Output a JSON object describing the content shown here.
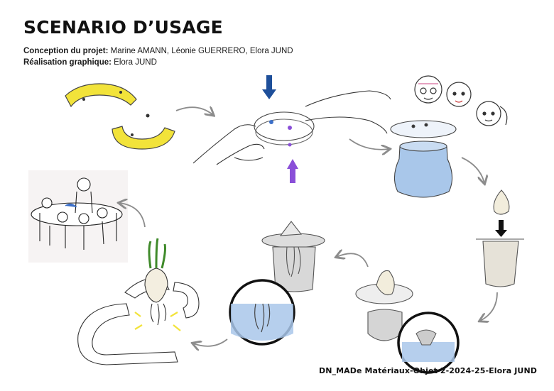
{
  "title": "SCENARIO D’USAGE",
  "credits": [
    {
      "label": "Conception du projet:",
      "value": " Marine AMANN, Léonie GUERRERO, Elora JUND"
    },
    {
      "label": "Réalisation graphique:",
      "value": " Elora JUND"
    }
  ],
  "footer": "DN_MADe Matériaux-Objet 2-2024-25-Elora JUND",
  "colors": {
    "yellow_piece": "#f2e33a",
    "blue_arrow": "#1e4f9a",
    "purple_arrow": "#8a4fd8",
    "jar_blue": "#a9c7ea",
    "cycle_arrow": "#8c8c8c"
  }
}
